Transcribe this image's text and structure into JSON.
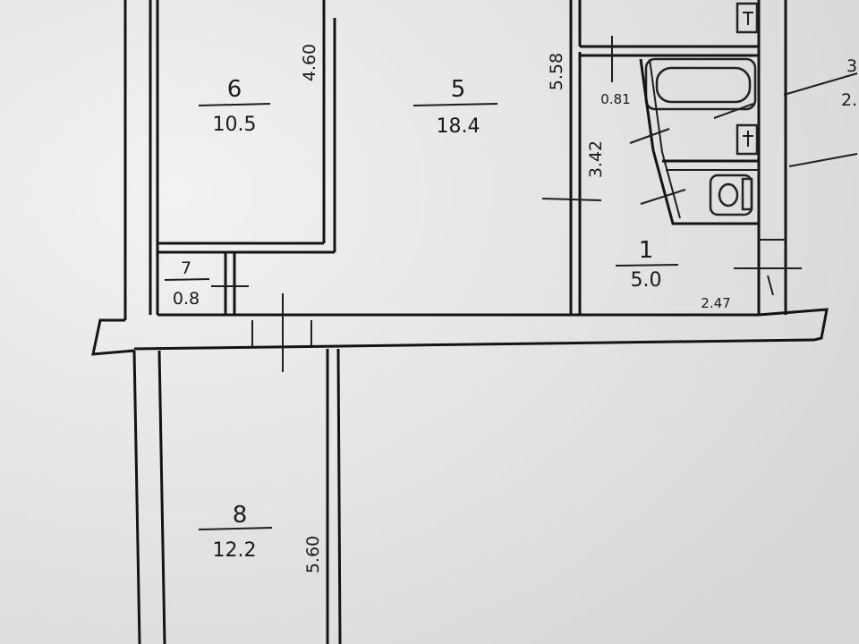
{
  "rooms": [
    {
      "id": "1",
      "number": "1",
      "area": "5.0"
    },
    {
      "id": "5",
      "number": "5",
      "area": "18.4"
    },
    {
      "id": "6",
      "number": "6",
      "area": "10.5"
    },
    {
      "id": "7",
      "number": "7",
      "area": "0.8"
    },
    {
      "id": "8",
      "number": "8",
      "area": "12.2"
    }
  ],
  "dimensions": {
    "room6_height": "4.60",
    "room5_height": "5.58",
    "room1_upper": "3.42",
    "room1_width": "2.47",
    "door_width": "0.81",
    "room8_height": "5.60"
  },
  "edge_labels": {
    "right_top": "3",
    "right_mid": "2."
  },
  "colors": {
    "paper": "#e9e9e9",
    "ink": "#141414"
  }
}
